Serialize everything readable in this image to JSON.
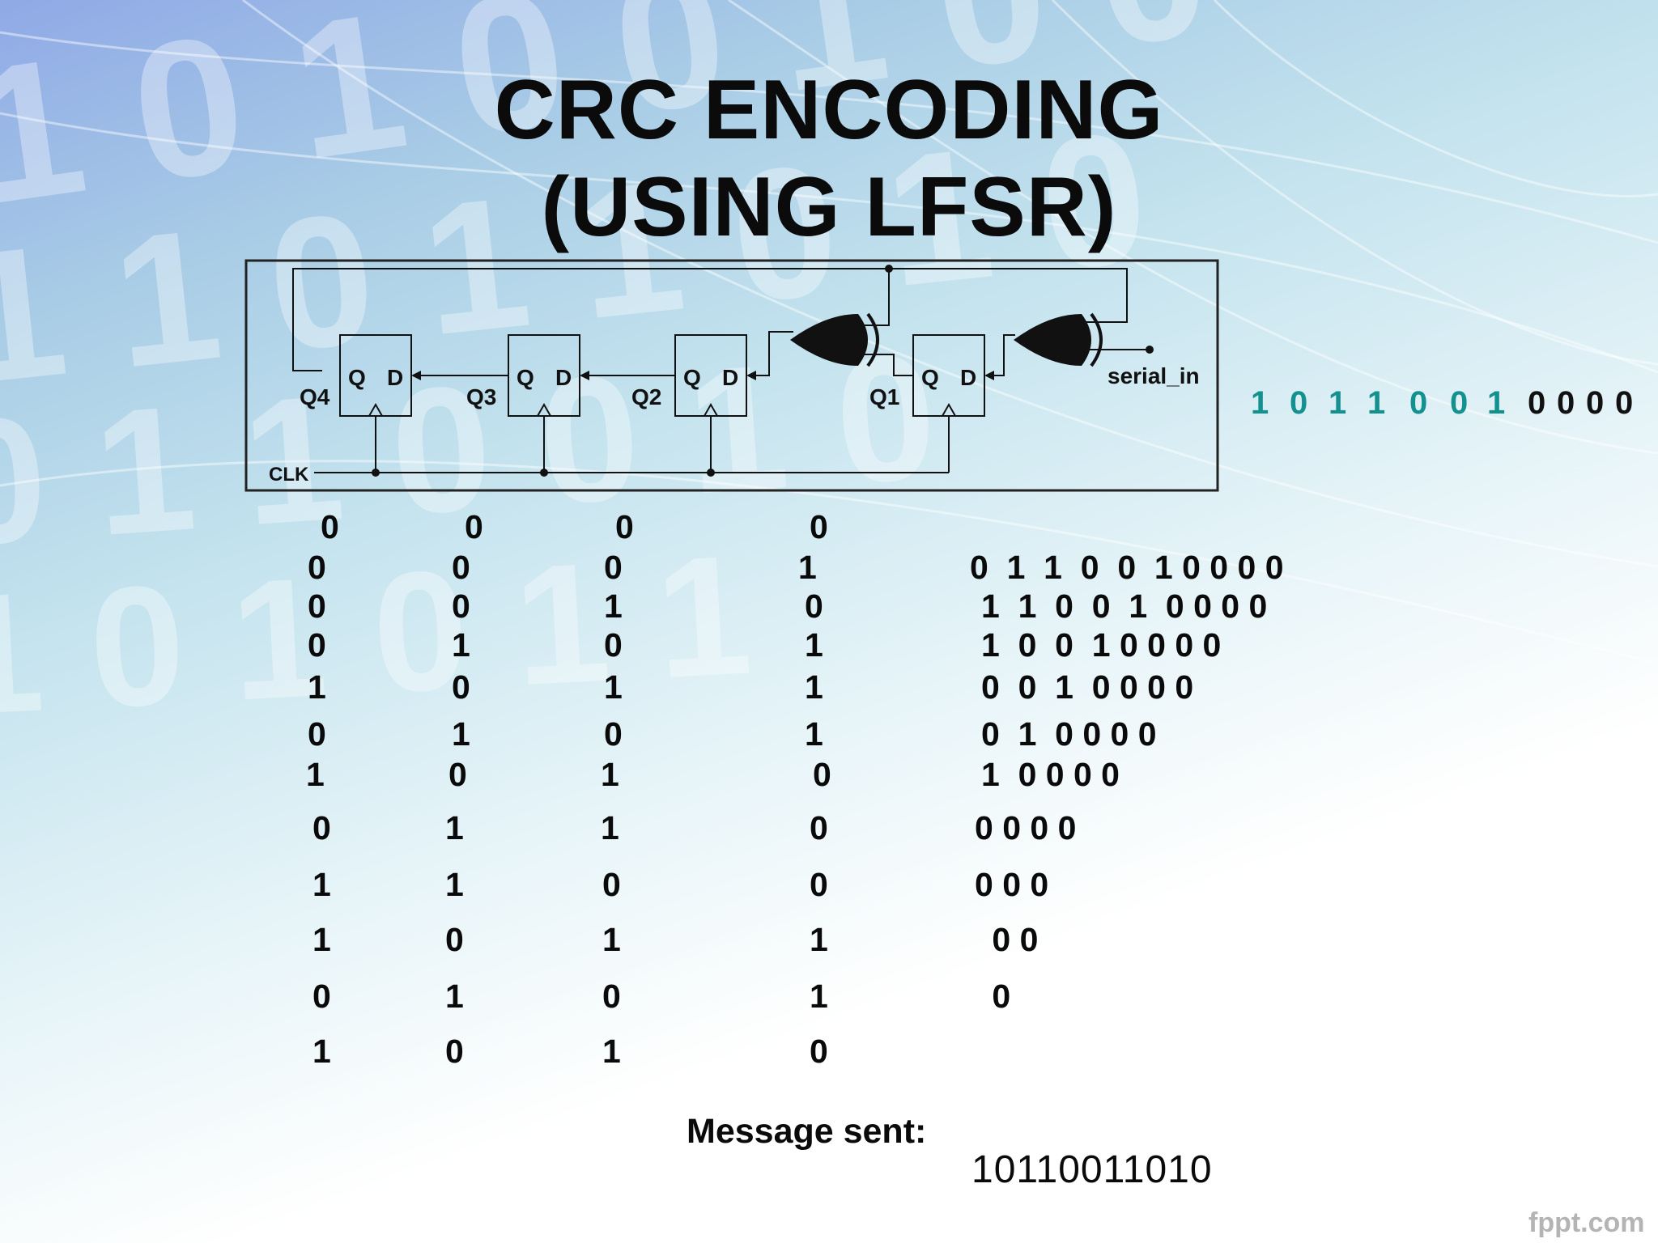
{
  "slide": {
    "title_line1": "CRC  ENCODING",
    "title_line2": "(USING LFSR)"
  },
  "diagram": {
    "labels": {
      "q4": "Q4",
      "q3": "Q3",
      "q2": "Q2",
      "q1": "Q1",
      "clk": "CLK",
      "serial_in": "serial_in",
      "q": "Q",
      "d": "D"
    }
  },
  "message_bits": [
    {
      "text": "1",
      "color": "teal"
    },
    {
      "text": "0",
      "color": "teal"
    },
    {
      "text": "1",
      "color": "teal"
    },
    {
      "text": "1",
      "color": "teal"
    },
    {
      "text": "0",
      "color": "teal"
    },
    {
      "text": "0",
      "color": "teal"
    },
    {
      "text": "1",
      "color": "teal"
    },
    {
      "text": "0",
      "color": "black"
    },
    {
      "text": "0",
      "color": "black"
    },
    {
      "text": "0",
      "color": "black"
    },
    {
      "text": "0",
      "color": "black"
    }
  ],
  "colors": {
    "teal": "#13918f",
    "black": "#111111"
  },
  "state_table": [
    {
      "q4": "0",
      "q3": "0",
      "q2": "0",
      "q1": "0",
      "remaining": ""
    },
    {
      "q4": "0",
      "q3": "0",
      "q2": "0",
      "q1": "1",
      "remaining": "0  1  1  0  0  1 0 0 0 0"
    },
    {
      "q4": "0",
      "q3": "0",
      "q2": "1",
      "q1": "0",
      "remaining": "1  1  0  0  1  0 0 0 0"
    },
    {
      "q4": "0",
      "q3": "1",
      "q2": "0",
      "q1": "1",
      "remaining": "1  0  0  1 0 0 0 0"
    },
    {
      "q4": "1",
      "q3": "0",
      "q2": "1",
      "q1": "1",
      "remaining": "0  0  1  0 0 0 0"
    },
    {
      "q4": "0",
      "q3": "1",
      "q2": "0",
      "q1": "1",
      "remaining": "0  1  0 0 0 0"
    },
    {
      "q4": "1",
      "q3": "0",
      "q2": "1",
      "q1": "0",
      "remaining": "1  0 0 0 0"
    },
    {
      "q4": "0",
      "q3": "1",
      "q2": "1",
      "q1": "0",
      "remaining": "0 0 0 0"
    },
    {
      "q4": "1",
      "q3": "1",
      "q2": "0",
      "q1": "0",
      "remaining": "0 0 0"
    },
    {
      "q4": "1",
      "q3": "0",
      "q2": "1",
      "q1": "1",
      "remaining": " 0 0"
    },
    {
      "q4": "0",
      "q3": "1",
      "q2": "0",
      "q1": "1",
      "remaining": " 0"
    },
    {
      "q4": "1",
      "q3": "0",
      "q2": "1",
      "q1": "0",
      "remaining": ""
    }
  ],
  "result": {
    "label": "Message sent:",
    "value": "10110011010"
  },
  "footer": {
    "logo": "fppt.com"
  }
}
